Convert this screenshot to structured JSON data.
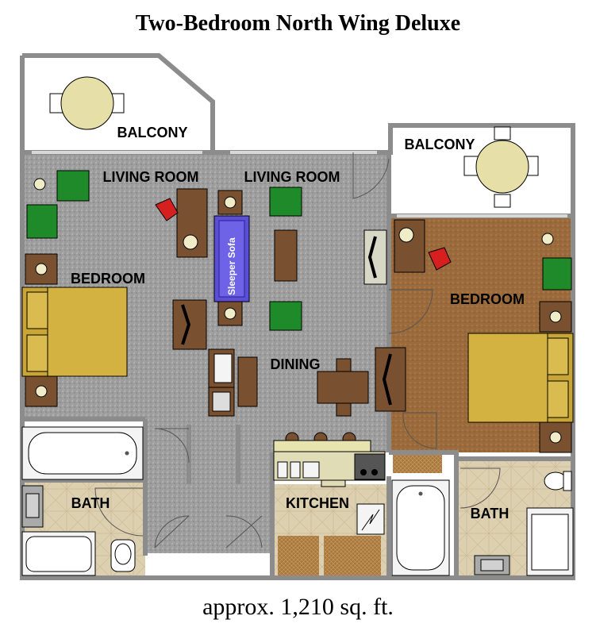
{
  "title": "Two-Bedroom North Wing Deluxe",
  "area_note": "approx. 1,210 sq. ft.",
  "rooms": {
    "balcony_left": "BALCONY",
    "balcony_right": "BALCONY",
    "living_room_left": "LIVING ROOM",
    "living_room_center": "LIVING ROOM",
    "bedroom_left": "BEDROOM",
    "bedroom_right": "BEDROOM",
    "dining": "DINING",
    "kitchen": "KITCHEN",
    "bath_left": "BATH",
    "bath_right": "BATH"
  },
  "furniture": {
    "sleeper_sofa": "Sleeper Sofa"
  },
  "colors": {
    "wall": "#8c8c8c",
    "carpet": "#9a9a9a",
    "carpet_brown": "#9b6d3d",
    "tile": "#d9ccaa",
    "wood": "#7a5130",
    "chair_green": "#1f8a2a",
    "bed_gold": "#d4b242",
    "sofa_blue": "#5a4fd6",
    "table_round": "#e6e0a8",
    "office_chair": "#d62020"
  }
}
